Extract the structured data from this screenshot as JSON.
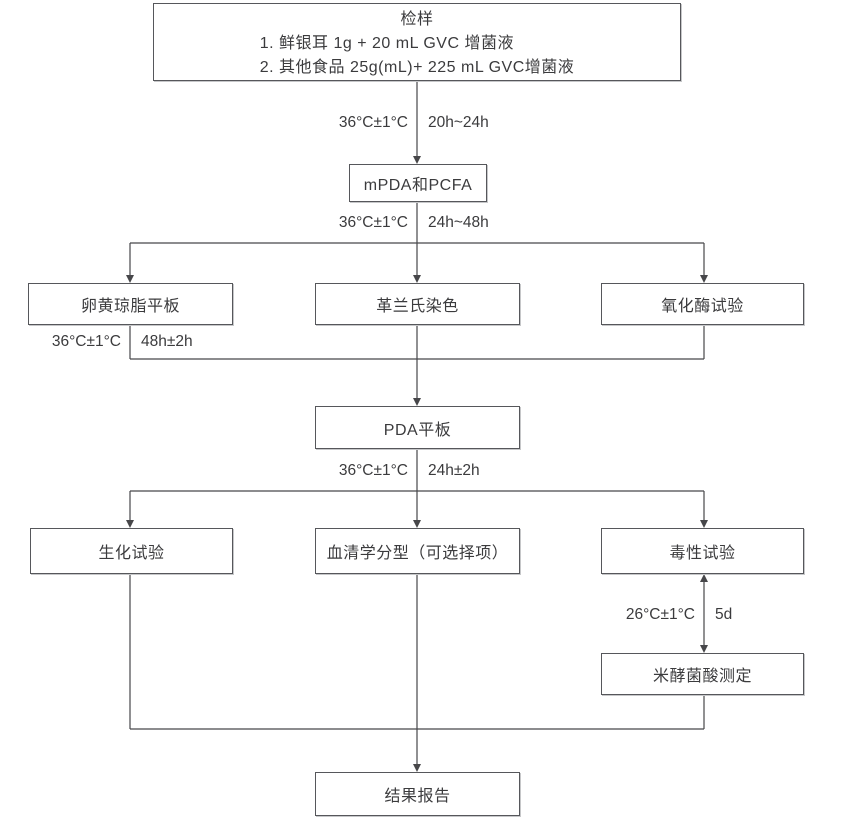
{
  "diagram": {
    "title_node": "检样",
    "sample_box": {
      "title": "检样",
      "items": [
        "1. 鲜银耳 1g + 20 mL GVC 增菌液",
        "2. 其他食品 25g(mL)+ 225 mL GVC增菌液"
      ]
    },
    "nodes": {
      "mpda": "mPDA和PCFA",
      "egg_yolk": "卵黄琼脂平板",
      "gram": "革兰氏染色",
      "oxidase": "氧化酶试验",
      "pda": "PDA平板",
      "biochemical": "生化试验",
      "serotyping": "血清学分型（可选择项）",
      "toxicity": "毒性试验",
      "bongkrekic": "米酵菌酸测定",
      "report": "结果报告"
    },
    "conditions": {
      "enrichment": {
        "temp": "36°C±1°C",
        "time": "20h~24h"
      },
      "plating": {
        "temp": "36°C±1°C",
        "time": "24h~48h"
      },
      "egg_yolk_incubation": {
        "temp": "36°C±1°C",
        "time": "48h±2h"
      },
      "pda_incubation": {
        "temp": "36°C±1°C",
        "time": "24h±2h"
      },
      "toxin_culture": {
        "temp": "26°C±1°C",
        "time": "5d"
      }
    },
    "colors": {
      "line": "#47474a",
      "border": "#56575b",
      "text": "#3b3b3d",
      "background": "#ffffff"
    }
  }
}
